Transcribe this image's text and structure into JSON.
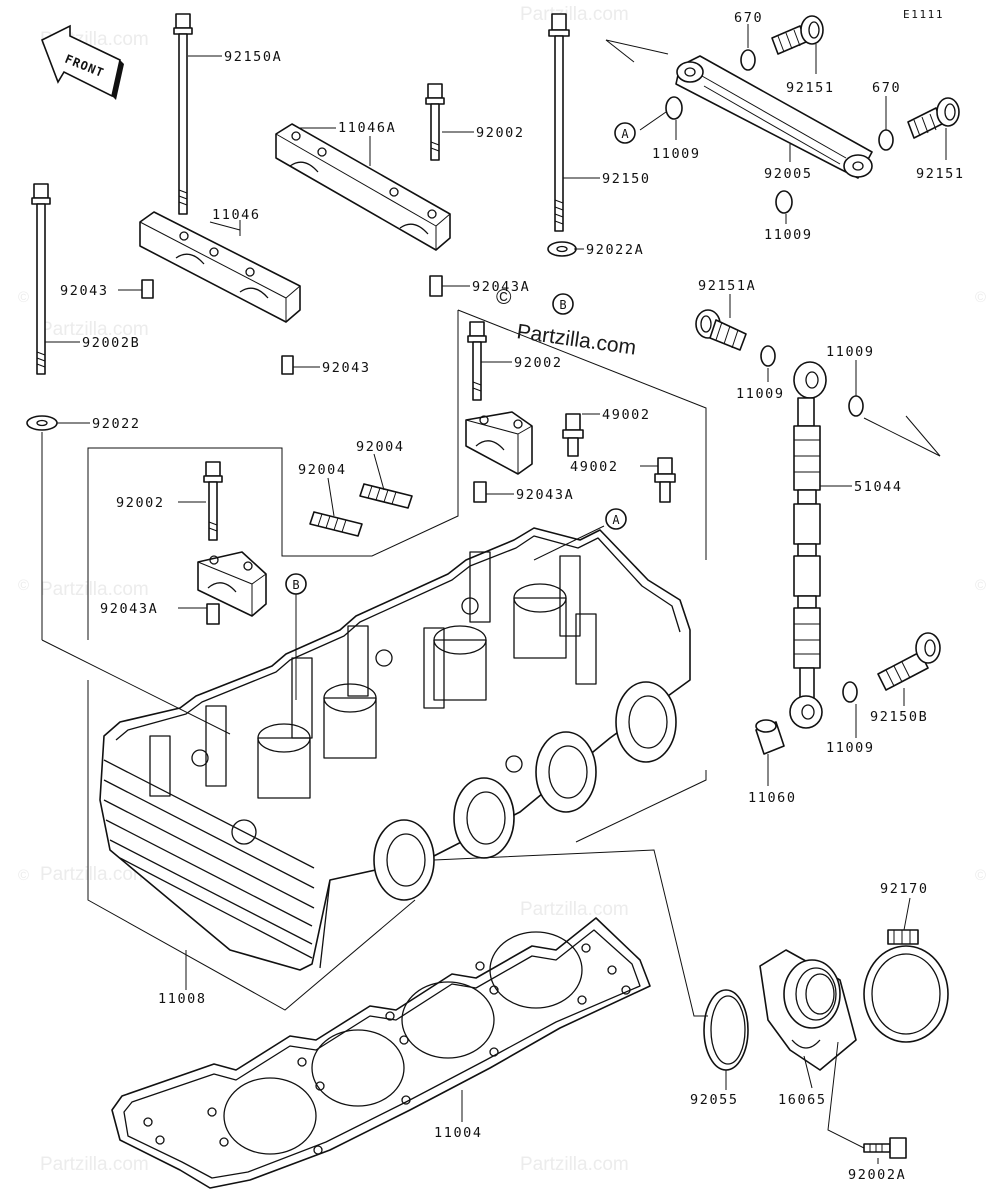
{
  "diagram_id": "E1111",
  "front_label": "FRONT",
  "callouts": {
    "a": "A",
    "b": "B"
  },
  "watermarks": {
    "main": "Partzilla.com",
    "tile": "Partzilla.com",
    "copyright": "©"
  },
  "parts": {
    "p92150a": "92150A",
    "p11046a": "11046A",
    "p92002_top": "92002",
    "p670_1": "670",
    "p670_2": "670",
    "p92151_1": "92151",
    "p92151_2": "92151",
    "p11009_a": "11009",
    "p92150": "92150",
    "p92005": "92005",
    "p11009_b": "11009",
    "p11046": "11046",
    "p92022a": "92022A",
    "p92043_left": "92043",
    "p92043a_top": "92043A",
    "p92151a": "92151A",
    "p11009_c": "11009",
    "p11009_d": "11009",
    "p92002b": "92002B",
    "p92043_mid": "92043",
    "p92002_mid": "92002",
    "p49002_1": "49002",
    "p92022": "92022",
    "p92004_1": "92004",
    "p92004_2": "92004",
    "p49002_2": "49002",
    "p51044": "51044",
    "p92043a_mid": "92043A",
    "p92002_low": "92002",
    "p92043a_low": "92043A",
    "p92150b": "92150B",
    "p11009_e": "11009",
    "p11060": "11060",
    "p92170": "92170",
    "p11008": "11008",
    "p92055": "92055",
    "p16065": "16065",
    "p11004": "11004",
    "p92002a": "92002A"
  }
}
